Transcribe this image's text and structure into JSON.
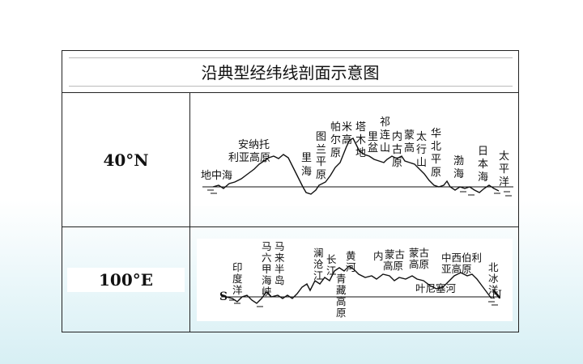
{
  "title": "沿典型经纬线剖面示意图",
  "rows": [
    {
      "label": "40°N",
      "features": [
        "地中海",
        "安纳托利亚高原",
        "里海",
        "图兰平原",
        "帕米尔高原",
        "塔里木盆地",
        "祁连山",
        "内蒙古高原",
        "太行山",
        "华北平原",
        "渤海",
        "日本海",
        "太平洋"
      ]
    },
    {
      "label": "100°E",
      "features": [
        "S",
        "印度洋",
        "马六甲海峡",
        "马来半岛",
        "澜沧江",
        "长江",
        "黄河",
        "青藏高原",
        "内蒙古高原",
        "蒙古高原",
        "叶尼塞河",
        "中西伯利亚高原",
        "北冰洋",
        "N"
      ]
    }
  ]
}
